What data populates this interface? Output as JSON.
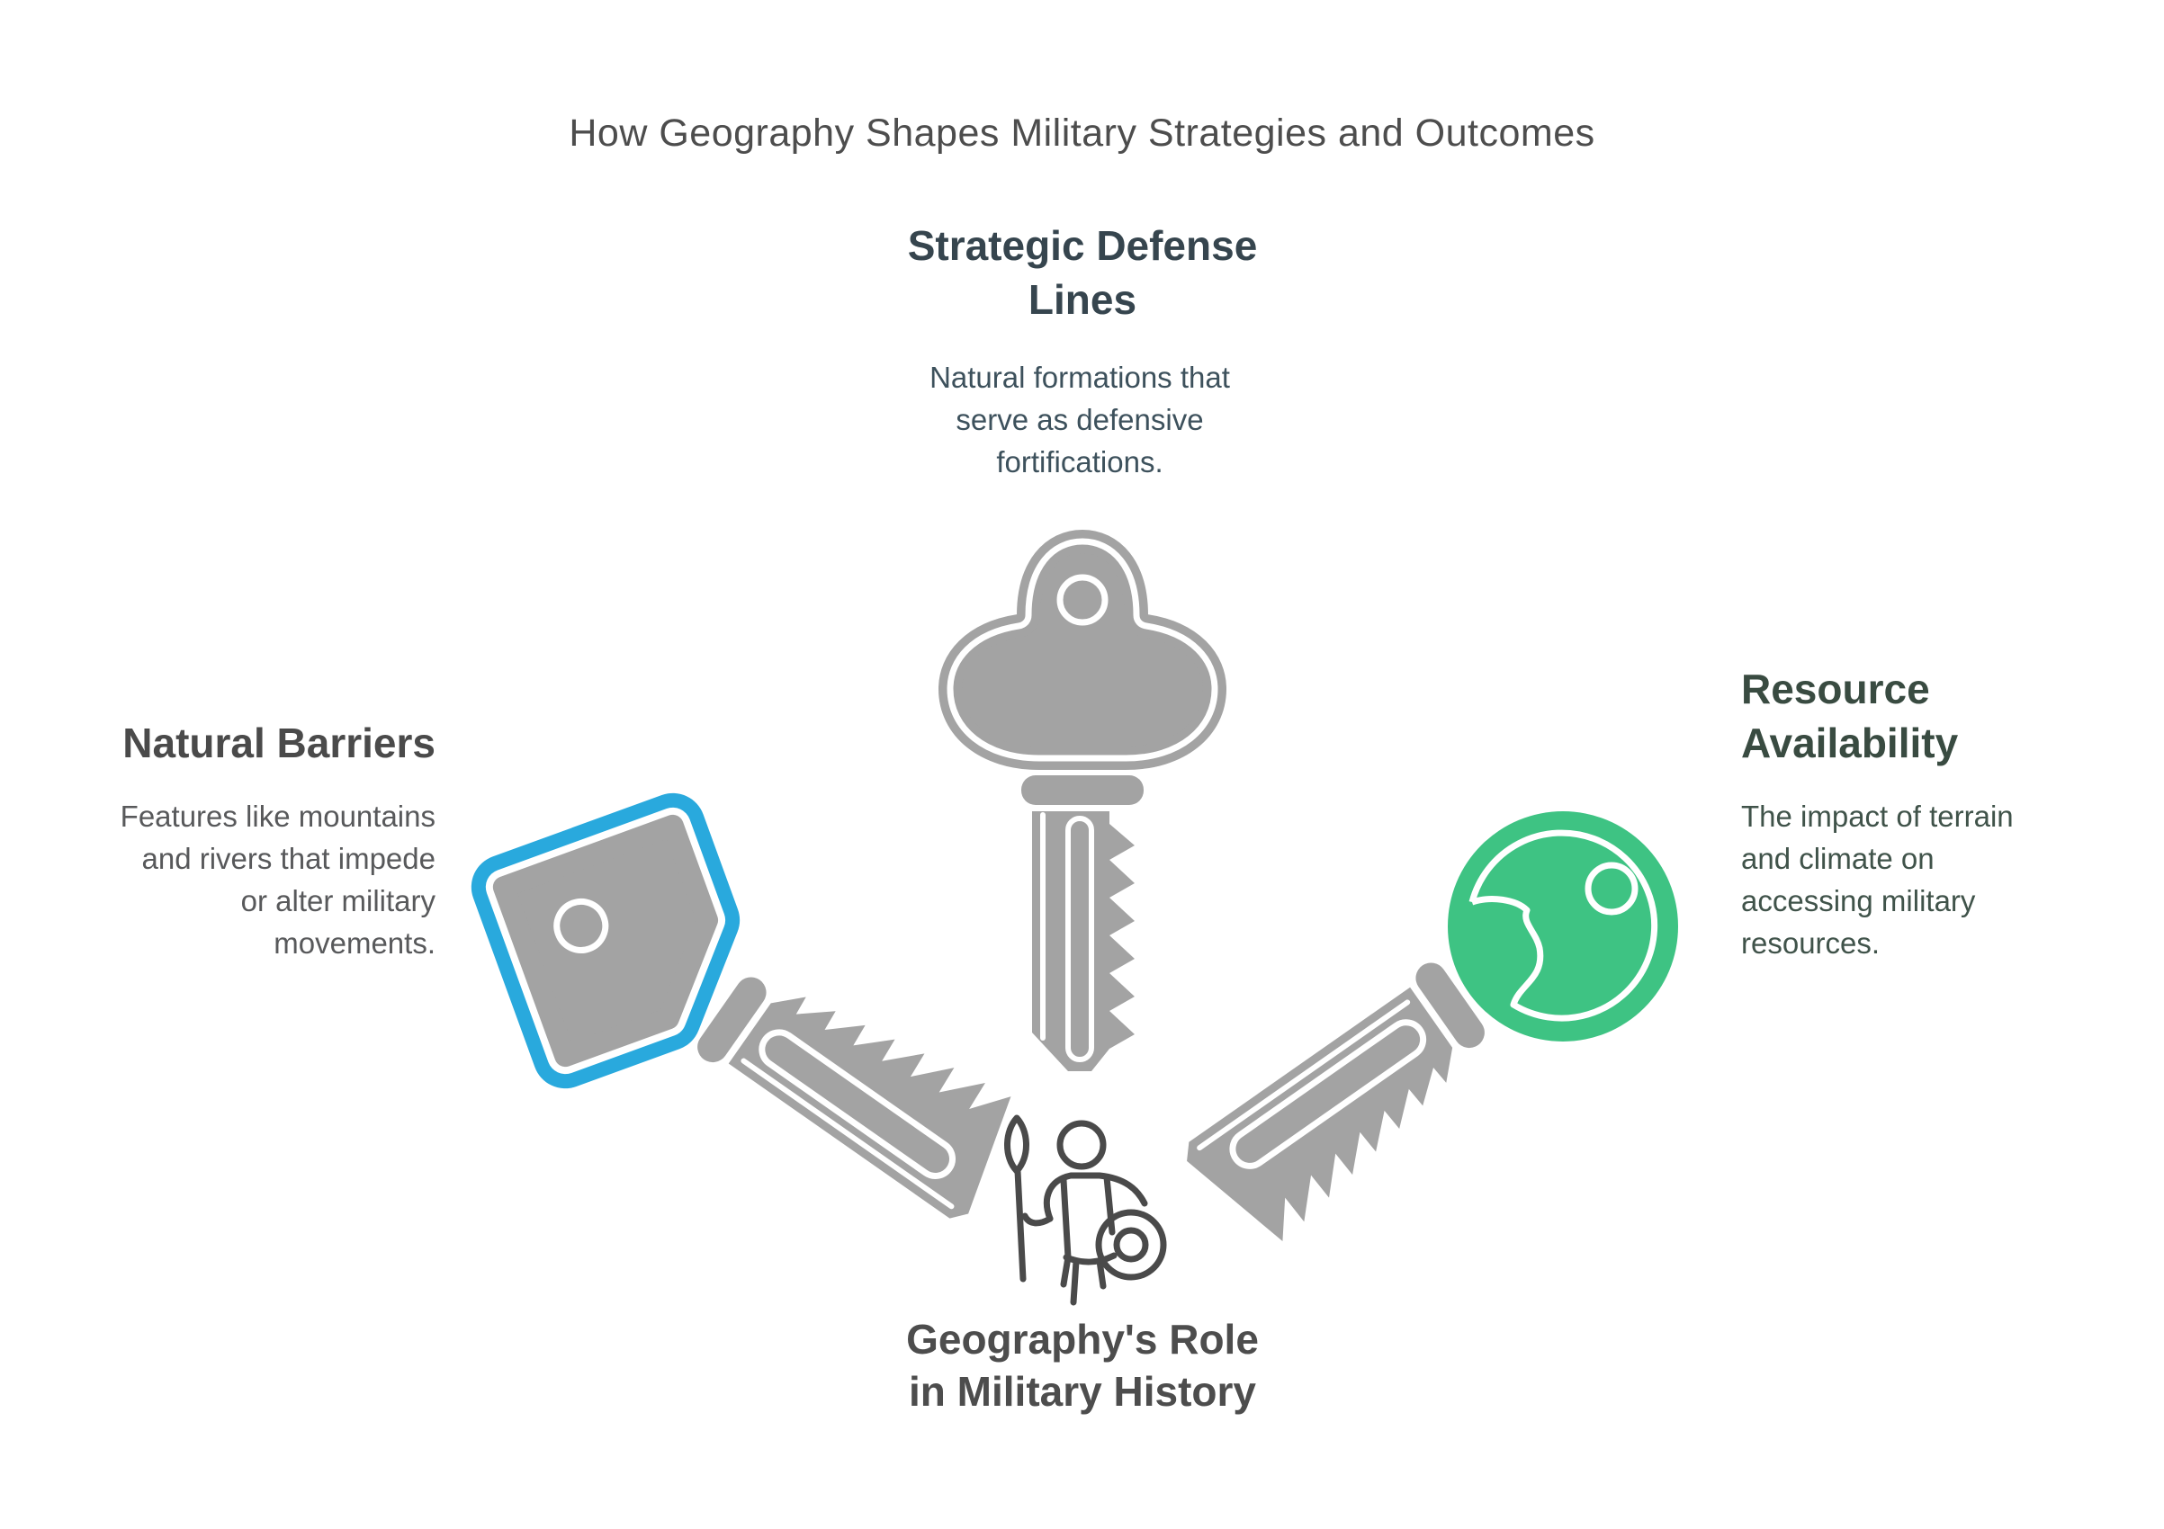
{
  "title": "How Geography Shapes Military Strategies and Outcomes",
  "sections": {
    "top": {
      "heading_lines": [
        "Strategic Defense",
        "Lines"
      ],
      "description_lines": [
        "Natural formations that",
        "serve as defensive",
        "fortifications."
      ],
      "icon": "cloud-key-icon",
      "key_color": "#a3a3a3"
    },
    "left": {
      "heading_lines": [
        "Natural Barriers"
      ],
      "description_lines": [
        "Features like mountains",
        "and rivers that impede",
        "or alter military",
        "movements."
      ],
      "icon": "square-key-icon",
      "key_color": "#29a9dd"
    },
    "right": {
      "heading_lines": [
        "Resource",
        "Availability"
      ],
      "description_lines": [
        "The impact of terrain",
        "and climate on",
        "accessing military",
        "resources."
      ],
      "icon": "round-key-icon",
      "key_color": "#3ec383"
    },
    "center": {
      "heading_lines": [
        "Geography's Role",
        "in Military History"
      ],
      "icon": "warrior-icon"
    }
  },
  "colors": {
    "background": "#ffffff",
    "key_gray": "#a3a3a3",
    "accent_blue": "#29a9dd",
    "accent_green": "#3ec383",
    "title_text": "#4d4d4d",
    "slate_heading": "#36454e",
    "green_heading": "#394b41",
    "warrior_outline": "#4a4a4a"
  }
}
